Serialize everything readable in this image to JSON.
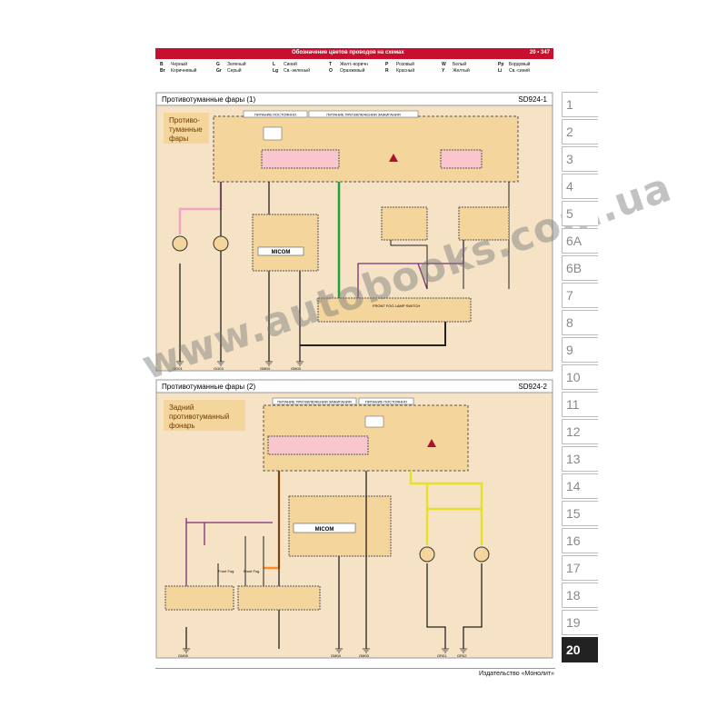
{
  "header": {
    "title": "Обозначение цветов проводов на схемах",
    "page_badge": "20",
    "page_ref": "• 347"
  },
  "wire_colors": [
    {
      "code": "B",
      "name": "Черный"
    },
    {
      "code": "Br",
      "name": "Коричневый"
    },
    {
      "code": "G",
      "name": "Зеленый"
    },
    {
      "code": "Gr",
      "name": "Серый"
    },
    {
      "code": "L",
      "name": "Синий"
    },
    {
      "code": "Lg",
      "name": "Св.-зеленый"
    },
    {
      "code": "T",
      "name": "Желт.-коричн"
    },
    {
      "code": "O",
      "name": "Оранжевый"
    },
    {
      "code": "P",
      "name": "Розовый"
    },
    {
      "code": "R",
      "name": "Красный"
    },
    {
      "code": "W",
      "name": "Белый"
    },
    {
      "code": "Y",
      "name": "Желтый"
    },
    {
      "code": "Pp",
      "name": "Бордовый"
    },
    {
      "code": "Li",
      "name": "Св.-синий"
    }
  ],
  "diagram1": {
    "title": "Противотуманные фары (1)",
    "code": "SD924-1",
    "subtitle1": "Противо-",
    "subtitle2": "туманные",
    "subtitle3": "фары",
    "power_const": "ПИТАНИЕ ПОСТОЯННО",
    "power_ign": "ПИТАНИЕ ПРИ ВКЛЮЧЕНИИ ЗАЖИГАНИЯ",
    "micom": "MICOM",
    "switch": "FRONT FOG LAMP SWITCH",
    "grounds": [
      "GG01",
      "GG03",
      "GM04",
      "GM03"
    ]
  },
  "diagram2": {
    "title": "Противотуманные фары (2)",
    "code": "SD924-2",
    "subtitle1": "Задний",
    "subtitle2": "противотуманный",
    "subtitle3": "фонарь",
    "power_ign": "ПИТАНИЕ ПРИ ВКЛЮЧЕНИИ ЗАЖИГАНИЯ",
    "power_const": "ПИТАНИЕ ПОСТОЯННО",
    "micom": "MICOM",
    "front_fog": "Front Fog",
    "grounds": [
      "GM05",
      "GM04",
      "GM03",
      "GR01",
      "GR02"
    ]
  },
  "tabs": [
    "1",
    "2",
    "3",
    "4",
    "5",
    "6A",
    "6B",
    "7",
    "8",
    "9",
    "10",
    "11",
    "12",
    "13",
    "14",
    "15",
    "16",
    "17",
    "18",
    "19",
    "20"
  ],
  "footer": {
    "publisher": "Издательство «Монолит»"
  },
  "watermark": "www.autobooks.com.ua",
  "colors": {
    "header": "#c8102e",
    "panel": "#f6e3c6",
    "module": "#f4d59c",
    "relay": "#f8c6cc"
  }
}
